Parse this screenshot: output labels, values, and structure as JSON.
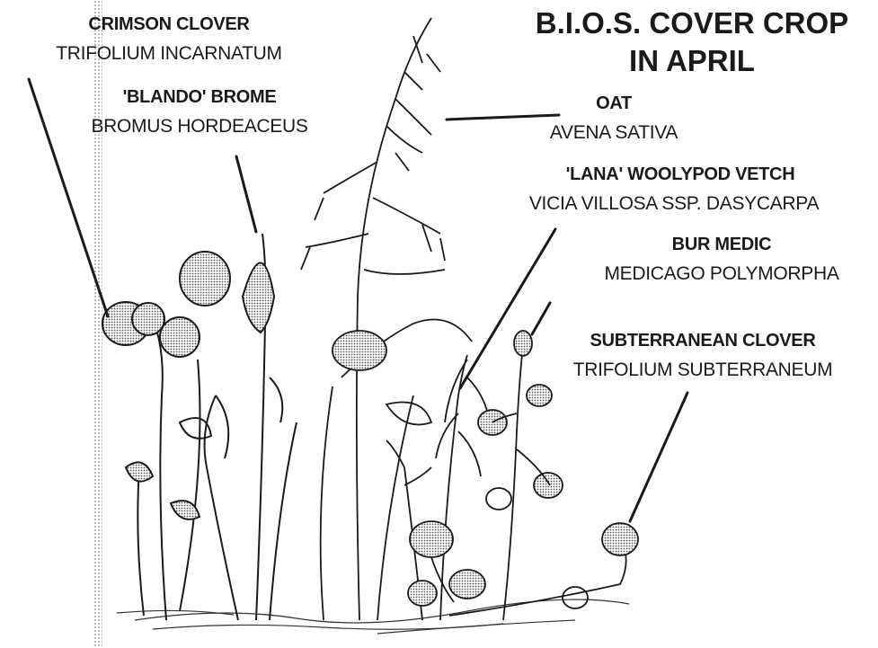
{
  "title": {
    "line1": "B.I.O.S. COVER CROP",
    "line2": "IN APRIL"
  },
  "labels": [
    {
      "id": "crimson-clover",
      "common": "CRIMSON CLOVER",
      "latin": "TRIFOLIUM INCARNATUM"
    },
    {
      "id": "blando-brome",
      "common": "'BLANDO' BROME",
      "latin": "BROMUS HORDEACEUS"
    },
    {
      "id": "oat",
      "common": "OAT",
      "latin": "AVENA SATIVA"
    },
    {
      "id": "lana-vetch",
      "common": "'LANA' WOOLYPOD VETCH",
      "latin": "VICIA VILLOSA SSP. DASYCARPA"
    },
    {
      "id": "bur-medic",
      "common": "BUR MEDIC",
      "latin": "MEDICAGO POLYMORPHA"
    },
    {
      "id": "subterranean-clover",
      "common": "SUBTERRANEAN CLOVER",
      "latin": "TRIFOLIUM SUBTERRANEUM"
    }
  ],
  "colors": {
    "ink": "#1a1a1a",
    "shade": "#9a9a9a",
    "paper": "#ffffff"
  }
}
